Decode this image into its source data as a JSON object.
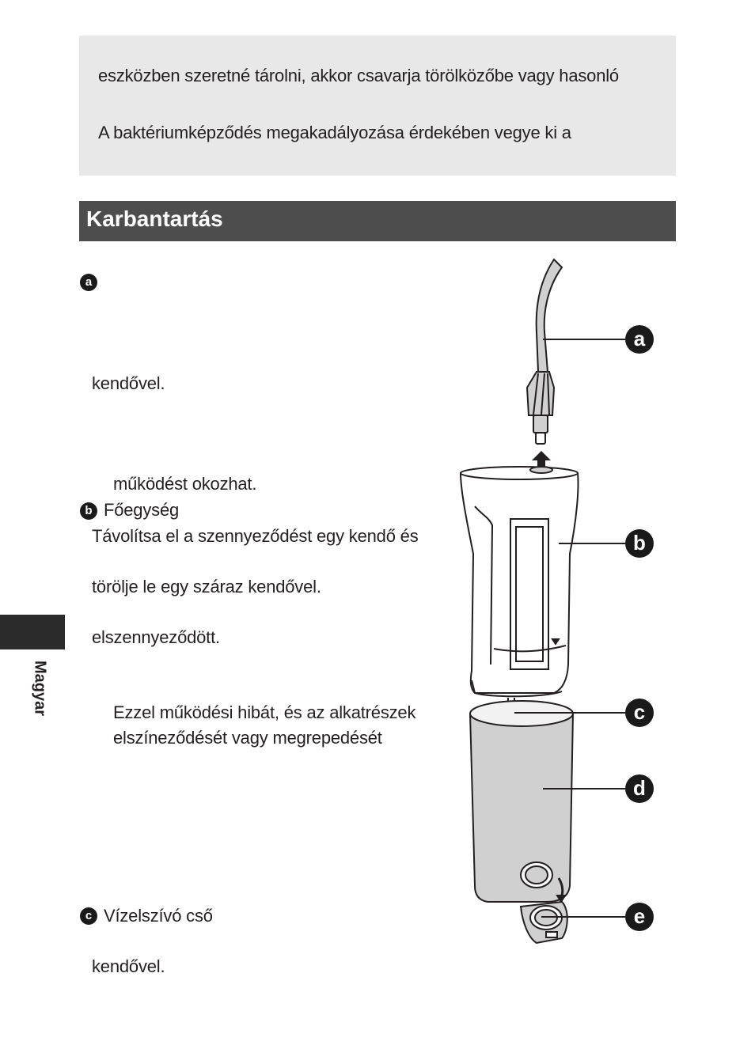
{
  "note": {
    "line1": "eszközben szeretné tárolni, akkor csavarja törölközőbe vagy hasonló",
    "line2": "A baktériumképződés megakadályozása érdekében vegye ki a"
  },
  "section": {
    "title": "Karbantartás"
  },
  "side_tab": {
    "label": "Magyar"
  },
  "items": {
    "a": {
      "marker": "a",
      "text1": "kendővel.",
      "text2": "működést okozhat."
    },
    "b": {
      "marker": "b",
      "title": "Főegység",
      "line1": "Távolítsa el a szennyeződést egy kendő és",
      "line2": "törölje le egy száraz kendővel.",
      "line3": "elszennyeződött.",
      "line4": "Ezzel működési hibát, és az alkatrészek",
      "line5": "elszíneződését vagy megrepedését"
    },
    "c": {
      "marker": "c",
      "title": "Vízelszívó cső",
      "line1": "kendővel."
    }
  },
  "callouts": [
    "a",
    "b",
    "c",
    "d",
    "e"
  ]
}
